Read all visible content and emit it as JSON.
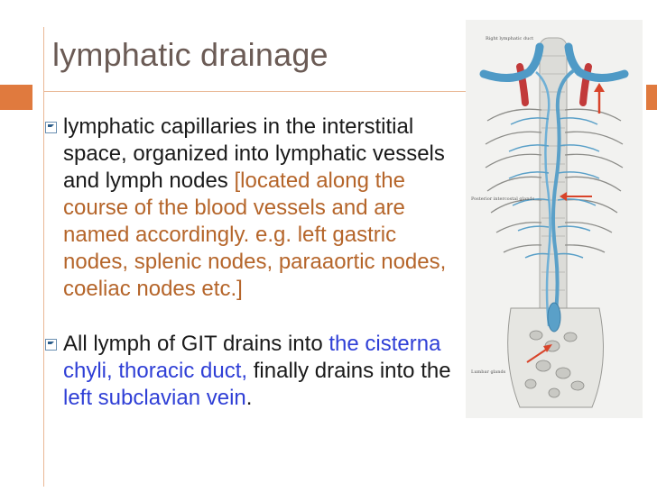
{
  "slide": {
    "title": "lymphatic drainage",
    "bullet1": {
      "text": "lymphatic capillaries in the interstitial space, organized into lymphatic vessels and lymph nodes ",
      "note": "[located along the course of the blood vessels and are named accordingly.     e.g. left gastric nodes, splenic nodes, paraaortic nodes, coeliac nodes etc.]"
    },
    "bullet2": {
      "text_a": "All lymph of GIT drains into ",
      "link1": "the cisterna chyli, thoracic duct,",
      "text_b": " finally drains into the ",
      "link2": "left subclavian vein",
      "text_c": "."
    }
  },
  "figure": {
    "labels": {
      "top_left": "Right lymphatic duct",
      "middle_left": "Posterior intercostal glands",
      "bottom_left": "Lumbar glands"
    }
  },
  "colors": {
    "accent_orange": "#e07a3e",
    "note_text": "#b5652a",
    "highlight_blue": "#2f3fd6",
    "vessel_blue": "#5aa0c8",
    "vessel_red": "#c23a3a",
    "arrow_red": "#d8442a"
  }
}
